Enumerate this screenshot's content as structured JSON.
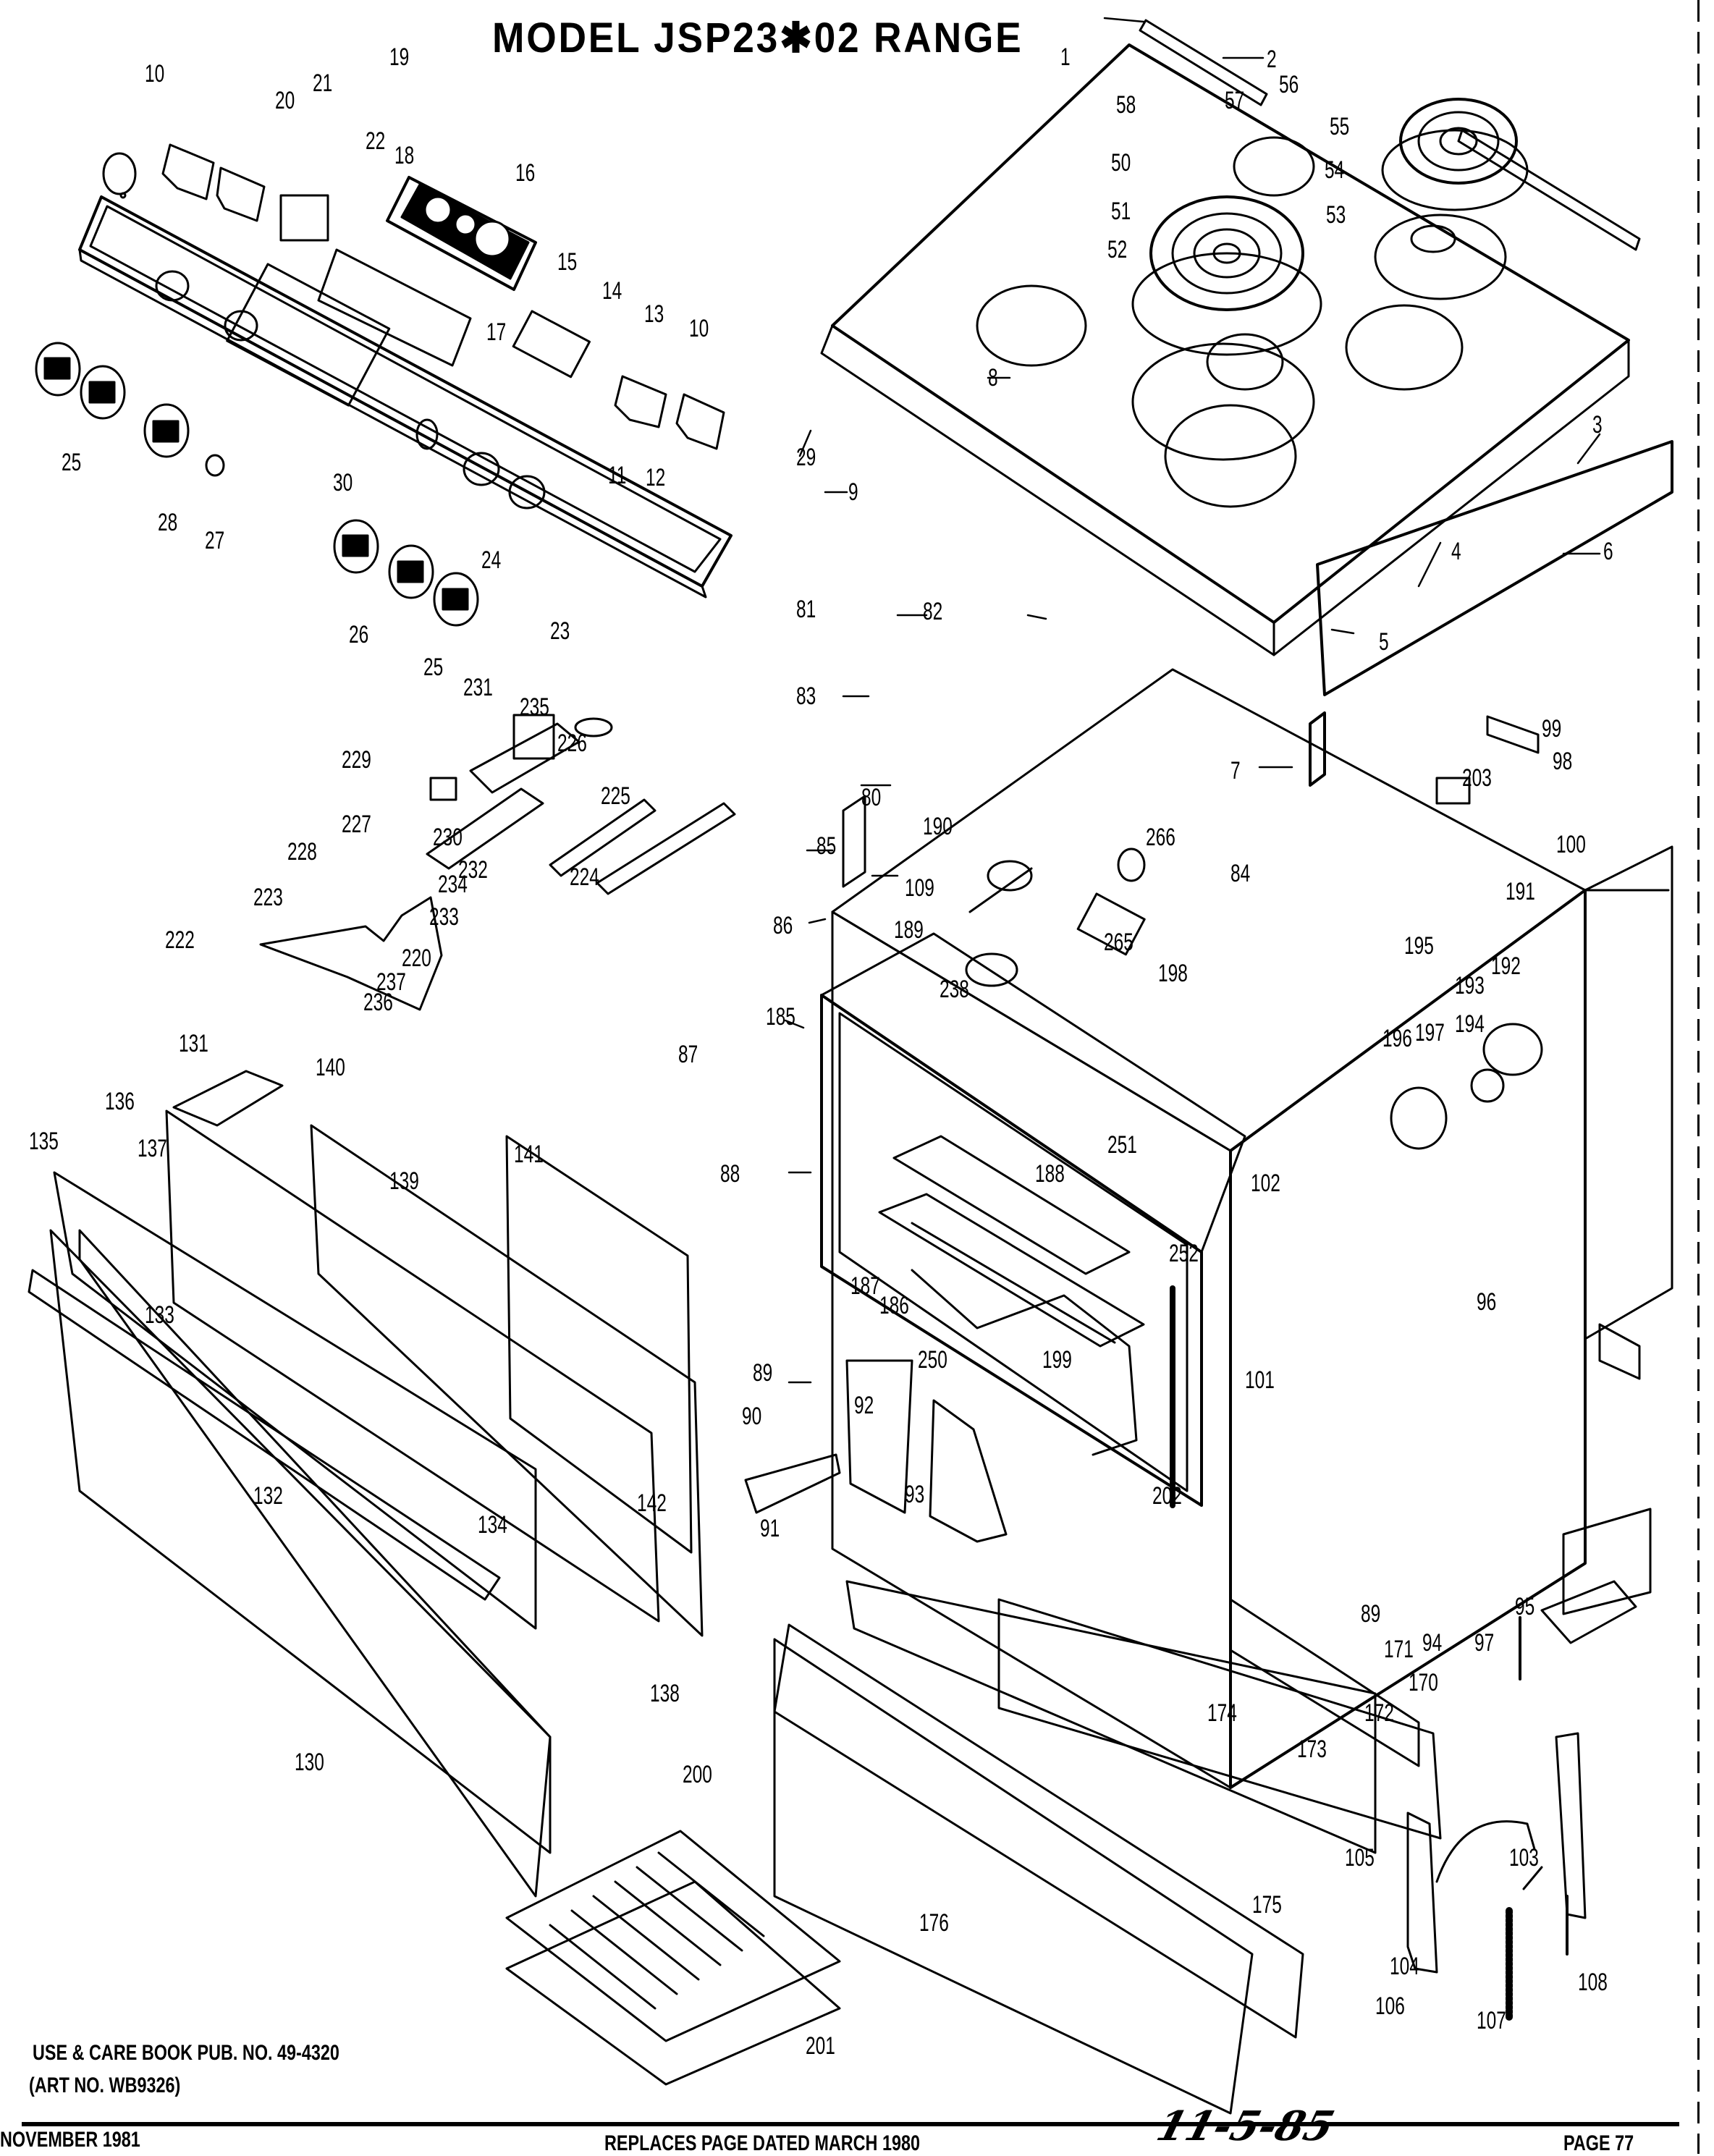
{
  "header": {
    "title": "MODEL  JSP23✱02  RANGE"
  },
  "footer": {
    "use_care_line1": "USE & CARE BOOK PUB. NO. 49-4320",
    "use_care_line2": "(ART NO. WB9326)",
    "date": "NOVEMBER 1981",
    "replaces": "REPLACES PAGE DATED MARCH 1980",
    "signature": "11-5-85",
    "page": "PAGE 77"
  },
  "callouts": [
    {
      "id": "1",
      "text": "1"
    },
    {
      "id": "2",
      "text": "2"
    },
    {
      "id": "3",
      "text": "3"
    },
    {
      "id": "4",
      "text": "4"
    },
    {
      "id": "5",
      "text": "5"
    },
    {
      "id": "6",
      "text": "6"
    },
    {
      "id": "7",
      "text": "7"
    },
    {
      "id": "8",
      "text": "8"
    },
    {
      "id": "9",
      "text": "9"
    },
    {
      "id": "10a",
      "text": "10"
    },
    {
      "id": "10b",
      "text": "10"
    },
    {
      "id": "11",
      "text": "11"
    },
    {
      "id": "12",
      "text": "12"
    },
    {
      "id": "13",
      "text": "13"
    },
    {
      "id": "14",
      "text": "14"
    },
    {
      "id": "15",
      "text": "15"
    },
    {
      "id": "16",
      "text": "16"
    },
    {
      "id": "17",
      "text": "17"
    },
    {
      "id": "18",
      "text": "18"
    },
    {
      "id": "19",
      "text": "19"
    },
    {
      "id": "20",
      "text": "20"
    },
    {
      "id": "21",
      "text": "21"
    },
    {
      "id": "22",
      "text": "22"
    },
    {
      "id": "23",
      "text": "23"
    },
    {
      "id": "24",
      "text": "24"
    },
    {
      "id": "25a",
      "text": "25"
    },
    {
      "id": "25b",
      "text": "25"
    },
    {
      "id": "26",
      "text": "26"
    },
    {
      "id": "27",
      "text": "27"
    },
    {
      "id": "28",
      "text": "28"
    },
    {
      "id": "29",
      "text": "29"
    },
    {
      "id": "30",
      "text": "30"
    },
    {
      "id": "50",
      "text": "50"
    },
    {
      "id": "51",
      "text": "51"
    },
    {
      "id": "52",
      "text": "52"
    },
    {
      "id": "53",
      "text": "53"
    },
    {
      "id": "54",
      "text": "54"
    },
    {
      "id": "55",
      "text": "55"
    },
    {
      "id": "56",
      "text": "56"
    },
    {
      "id": "57",
      "text": "57"
    },
    {
      "id": "58",
      "text": "58"
    },
    {
      "id": "80",
      "text": "80"
    },
    {
      "id": "81",
      "text": "81"
    },
    {
      "id": "82",
      "text": "82"
    },
    {
      "id": "83",
      "text": "83"
    },
    {
      "id": "84",
      "text": "84"
    },
    {
      "id": "85",
      "text": "85"
    },
    {
      "id": "86",
      "text": "86"
    },
    {
      "id": "87",
      "text": "87"
    },
    {
      "id": "88",
      "text": "88"
    },
    {
      "id": "89a",
      "text": "89"
    },
    {
      "id": "89b",
      "text": "89"
    },
    {
      "id": "90",
      "text": "90"
    },
    {
      "id": "91",
      "text": "91"
    },
    {
      "id": "92",
      "text": "92"
    },
    {
      "id": "93",
      "text": "93"
    },
    {
      "id": "94",
      "text": "94"
    },
    {
      "id": "95",
      "text": "95"
    },
    {
      "id": "96",
      "text": "96"
    },
    {
      "id": "97",
      "text": "97"
    },
    {
      "id": "98",
      "text": "98"
    },
    {
      "id": "99",
      "text": "99"
    },
    {
      "id": "100",
      "text": "100"
    },
    {
      "id": "101",
      "text": "101"
    },
    {
      "id": "102",
      "text": "102"
    },
    {
      "id": "103",
      "text": "103"
    },
    {
      "id": "104",
      "text": "104"
    },
    {
      "id": "105",
      "text": "105"
    },
    {
      "id": "106",
      "text": "106"
    },
    {
      "id": "107",
      "text": "107"
    },
    {
      "id": "108",
      "text": "108"
    },
    {
      "id": "109",
      "text": "109"
    },
    {
      "id": "130",
      "text": "130"
    },
    {
      "id": "131",
      "text": "131"
    },
    {
      "id": "132",
      "text": "132"
    },
    {
      "id": "133",
      "text": "133"
    },
    {
      "id": "134",
      "text": "134"
    },
    {
      "id": "135",
      "text": "135"
    },
    {
      "id": "136",
      "text": "136"
    },
    {
      "id": "137",
      "text": "137"
    },
    {
      "id": "138",
      "text": "138"
    },
    {
      "id": "139",
      "text": "139"
    },
    {
      "id": "140",
      "text": "140"
    },
    {
      "id": "141",
      "text": "141"
    },
    {
      "id": "142",
      "text": "142"
    },
    {
      "id": "170",
      "text": "170"
    },
    {
      "id": "171",
      "text": "171"
    },
    {
      "id": "172",
      "text": "172"
    },
    {
      "id": "173",
      "text": "173"
    },
    {
      "id": "174",
      "text": "174"
    },
    {
      "id": "175",
      "text": "175"
    },
    {
      "id": "176",
      "text": "176"
    },
    {
      "id": "185",
      "text": "185"
    },
    {
      "id": "186",
      "text": "186"
    },
    {
      "id": "187",
      "text": "187"
    },
    {
      "id": "188",
      "text": "188"
    },
    {
      "id": "189",
      "text": "189"
    },
    {
      "id": "190",
      "text": "190"
    },
    {
      "id": "191",
      "text": "191"
    },
    {
      "id": "192",
      "text": "192"
    },
    {
      "id": "193",
      "text": "193"
    },
    {
      "id": "194",
      "text": "194"
    },
    {
      "id": "195",
      "text": "195"
    },
    {
      "id": "196",
      "text": "196"
    },
    {
      "id": "197",
      "text": "197"
    },
    {
      "id": "198",
      "text": "198"
    },
    {
      "id": "199",
      "text": "199"
    },
    {
      "id": "200",
      "text": "200"
    },
    {
      "id": "201",
      "text": "201"
    },
    {
      "id": "202",
      "text": "202"
    },
    {
      "id": "203",
      "text": "203"
    },
    {
      "id": "220",
      "text": "220"
    },
    {
      "id": "222",
      "text": "222"
    },
    {
      "id": "223",
      "text": "223"
    },
    {
      "id": "224",
      "text": "224"
    },
    {
      "id": "225",
      "text": "225"
    },
    {
      "id": "226",
      "text": "226"
    },
    {
      "id": "227",
      "text": "227"
    },
    {
      "id": "228",
      "text": "228"
    },
    {
      "id": "229",
      "text": "229"
    },
    {
      "id": "230",
      "text": "230"
    },
    {
      "id": "231",
      "text": "231"
    },
    {
      "id": "232",
      "text": "232"
    },
    {
      "id": "233",
      "text": "233"
    },
    {
      "id": "234",
      "text": "234"
    },
    {
      "id": "235",
      "text": "235"
    },
    {
      "id": "236",
      "text": "236"
    },
    {
      "id": "237",
      "text": "237"
    },
    {
      "id": "238",
      "text": "238"
    },
    {
      "id": "250",
      "text": "250"
    },
    {
      "id": "251",
      "text": "251"
    },
    {
      "id": "252",
      "text": "252"
    },
    {
      "id": "265",
      "text": "265"
    },
    {
      "id": "266",
      "text": "266"
    }
  ]
}
